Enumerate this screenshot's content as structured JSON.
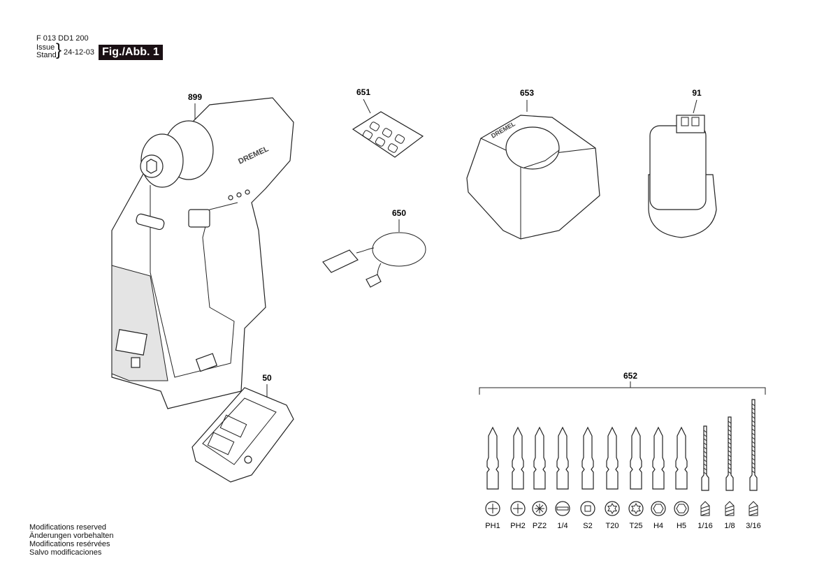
{
  "header": {
    "doc_number": "F 013 DD1 200",
    "issue_label": "Issue",
    "stand_label": "Stand",
    "date": "24-12-03",
    "figure": "Fig./Abb. 1"
  },
  "footer": {
    "lines": [
      "Modifications reserved",
      "Änderungen vorbehalten",
      "Modifications resérvées",
      "Salvo modificaciones"
    ]
  },
  "parts": {
    "tool": "899",
    "battery_cover": "50",
    "stickers": "651",
    "usb_cable": "650",
    "charger": "653",
    "battery": "91",
    "bit_set": "652"
  },
  "brand": "DREMEL",
  "bits": [
    "PH1",
    "PH2",
    "PZ2",
    "1/4",
    "S2",
    "T20",
    "T25",
    "H4",
    "H5",
    "1/16",
    "1/8",
    "3/16"
  ]
}
